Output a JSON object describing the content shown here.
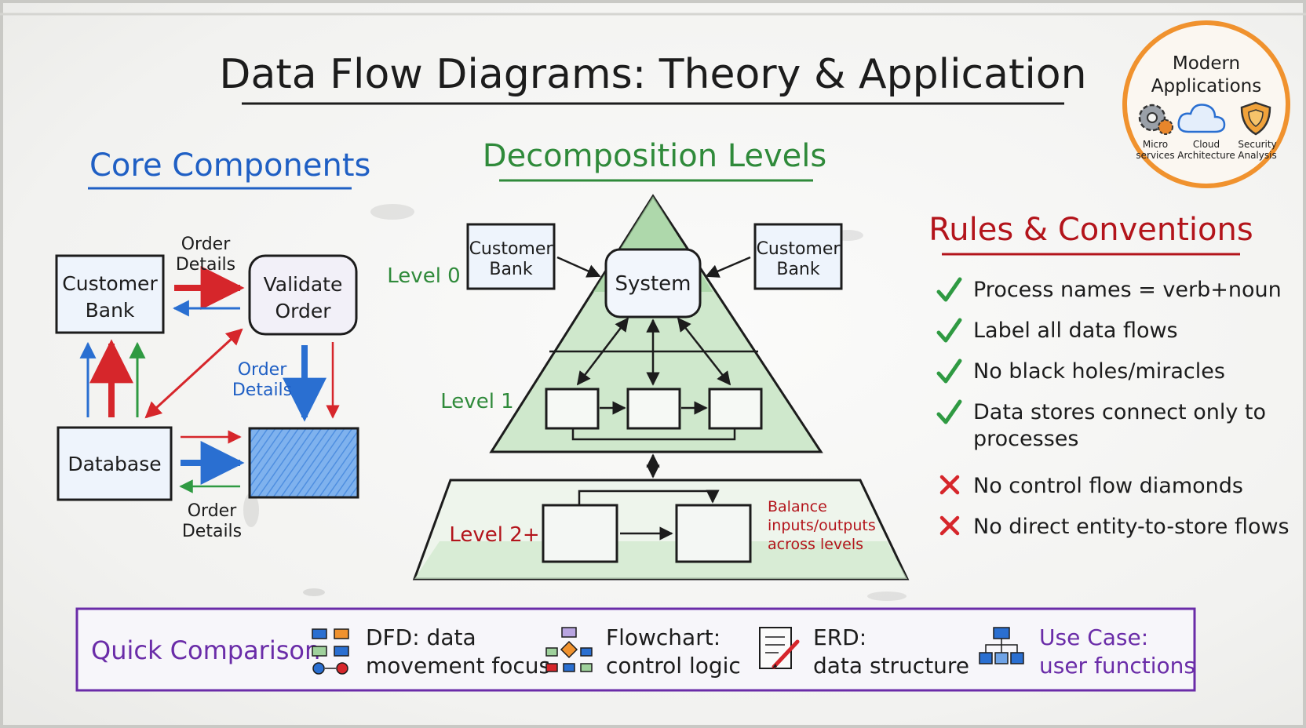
{
  "title": "Data Flow Diagrams: Theory & Application",
  "modern": {
    "heading_line1": "Modern",
    "heading_line2": "Applications",
    "items": [
      {
        "line1": "Micro",
        "line2": "services",
        "icon": "gears-icon"
      },
      {
        "line1": "Cloud",
        "line2": "Architecture",
        "icon": "cloud-icon"
      },
      {
        "line1": "Security",
        "line2": "Analysis",
        "icon": "shield-icon"
      }
    ]
  },
  "core": {
    "heading": "Core Components",
    "customer_bank_line1": "Customer",
    "customer_bank_line2": "Bank",
    "validate_line1": "Validate",
    "validate_line2": "Order",
    "database": "Database",
    "flow_top_line1": "Order",
    "flow_top_line2": "Details",
    "flow_mid_line1": "Order",
    "flow_mid_line2": "Details",
    "flow_bottom_line1": "Order",
    "flow_bottom_line2": "Details"
  },
  "decomp": {
    "heading": "Decomposition Levels",
    "level0": "Level 0",
    "level1": "Level 1",
    "level2": "Level 2+",
    "system": "System",
    "entity_left_line1": "Customer",
    "entity_left_line2": "Bank",
    "entity_right_line1": "Customer",
    "entity_right_line2": "Bank",
    "balance_line1": "Balance",
    "balance_line2": "inputs/outputs",
    "balance_line3": "across levels"
  },
  "rules": {
    "heading": "Rules & Conventions",
    "do": [
      {
        "line1": "Process names = verb+noun",
        "line2": ""
      },
      {
        "line1": "Label all data flows",
        "line2": ""
      },
      {
        "line1": "No black holes/miracles",
        "line2": ""
      },
      {
        "line1": "Data stores connect only to",
        "line2": "processes"
      }
    ],
    "dont": [
      "No control flow diamonds",
      "No direct entity-to-store flows"
    ]
  },
  "comparison": {
    "heading": "Quick Comparison",
    "items": [
      {
        "line1": "DFD: data",
        "line2": "movement focus",
        "icon": "dfd-icon"
      },
      {
        "line1": "Flowchart:",
        "line2": "control logic",
        "icon": "flowchart-icon"
      },
      {
        "line1": "ERD:",
        "line2": "data structure",
        "icon": "erd-icon"
      },
      {
        "line1": "Use Case:",
        "line2": "user functions",
        "icon": "use-case-icon"
      }
    ]
  },
  "colors": {
    "ink": "#1c1c1c",
    "blue": "#1f5fc4",
    "red": "#b3141b",
    "green": "#2f8a3a",
    "purple": "#6a2ca8",
    "orange": "#f0922e"
  }
}
